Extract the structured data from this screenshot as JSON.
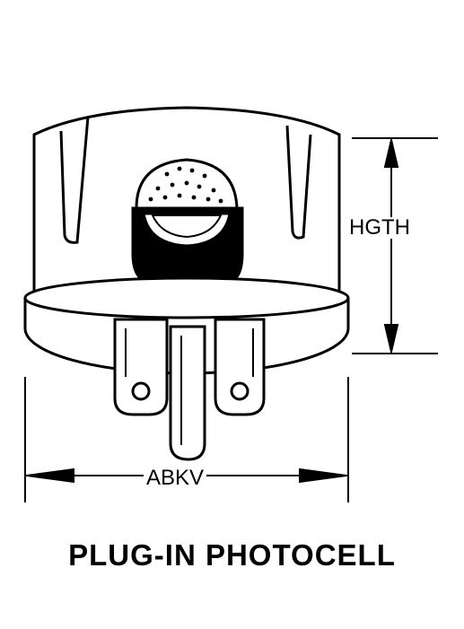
{
  "figure": {
    "caption": "PLUG-IN PHOTOCELL",
    "dimensions": {
      "height_label": "HGTH",
      "width_label": "ABKV"
    }
  },
  "colors": {
    "ink": "#000000",
    "paper": "#ffffff"
  }
}
